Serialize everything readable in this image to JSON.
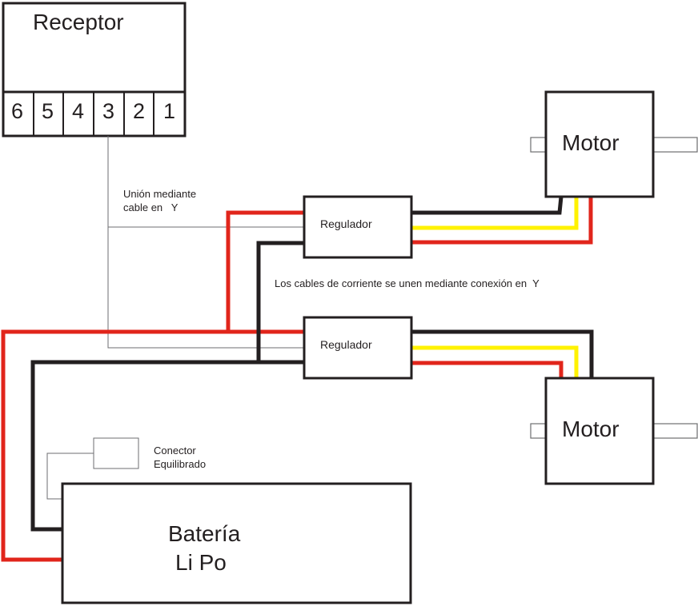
{
  "diagram": {
    "type": "wiring-diagram",
    "colors": {
      "positive_wire": "#e1251b",
      "negative_wire": "#231f20",
      "signal_wire": "#fff200",
      "thin_signal": "#6d6e70",
      "outline": "#231f20"
    },
    "receptor": {
      "title": "Receptor",
      "ports": [
        "6",
        "5",
        "4",
        "3",
        "2",
        "1"
      ]
    },
    "regulators": [
      {
        "label": "Regulador"
      },
      {
        "label": "Regulador"
      }
    ],
    "motors": [
      {
        "label": "Motor"
      },
      {
        "label": "Motor"
      }
    ],
    "battery": {
      "line1": "Batería",
      "line2": "Li Po"
    },
    "balance_connector": {
      "line1": "Conector",
      "line2": "Equilibrado"
    },
    "notes": {
      "y_cable_line1": "Unión mediante",
      "y_cable_line2": "cable en   Y",
      "power_join": "Los cables de corriente se unen mediante conexión en  Y"
    }
  }
}
